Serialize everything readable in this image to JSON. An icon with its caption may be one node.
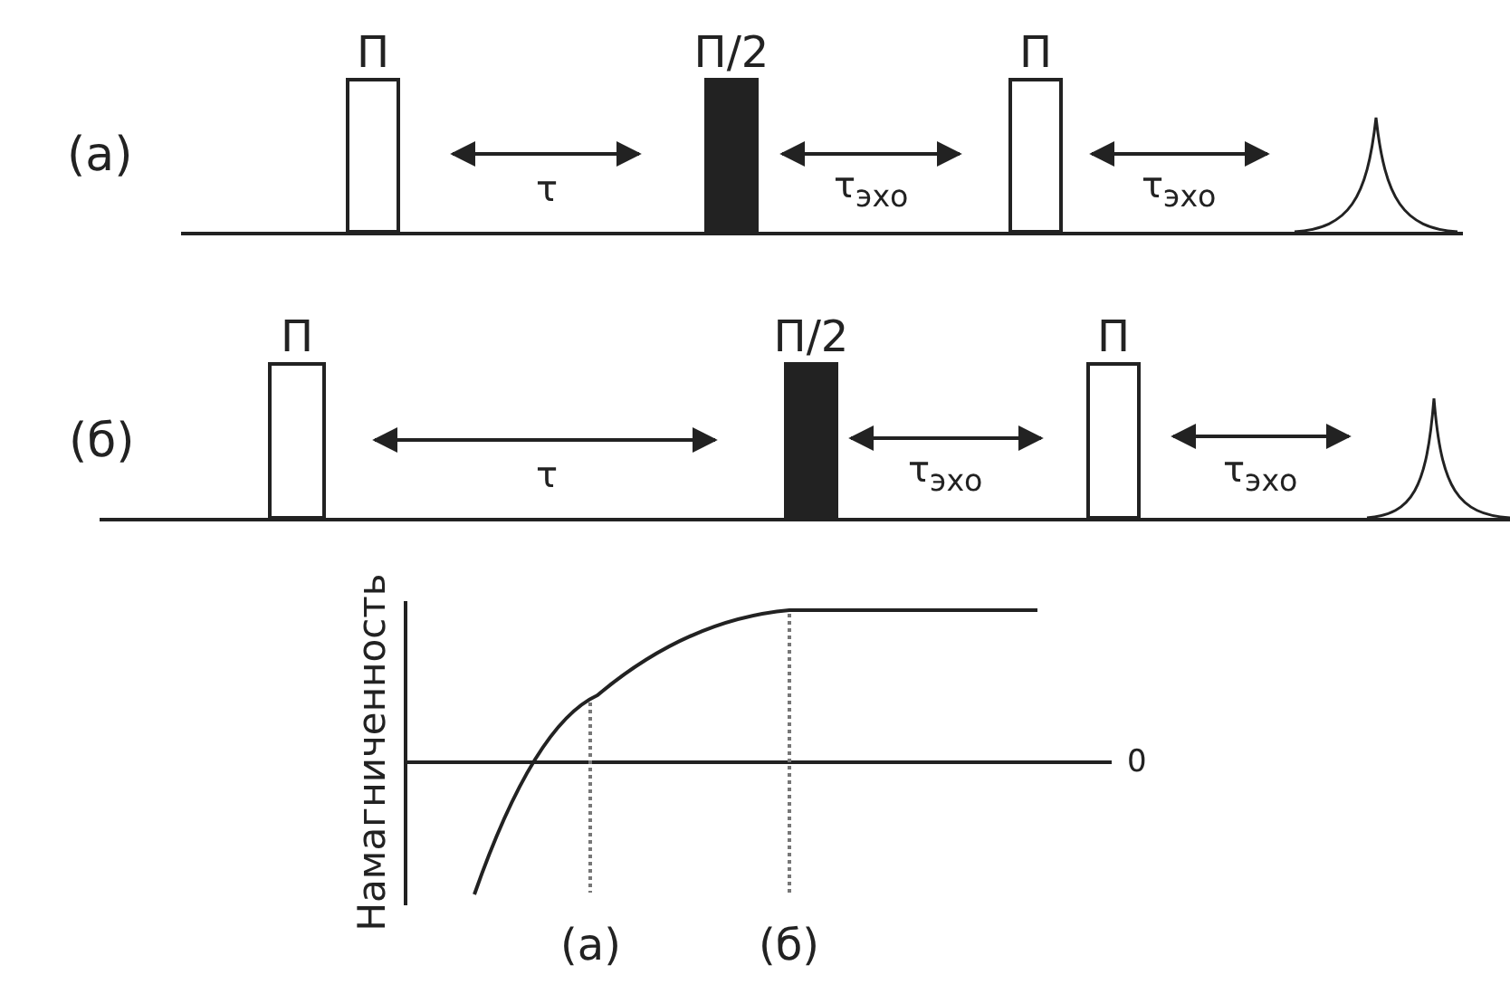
{
  "diagram": {
    "nodes": [
      {
        "text": [
          "Π"
        ]
      },
      {
        "text": [
          "Π/2"
        ]
      },
      {
        "text": [
          "Π"
        ]
      },
      {
        "text": [
          "Π"
        ]
      },
      {
        "text": [
          "Π/2"
        ]
      },
      {
        "text": [
          "Π"
        ]
      }
    ],
    "labels": [
      "(а)",
      "τ",
      "τ$_{эхо}$",
      "τ$_{эхо}$",
      "(б)",
      "τ",
      "τ$_{эхо}$",
      "τ$_{эхо}$",
      "Намагниченность",
      "0",
      "(а)",
      "(б)"
    ]
  }
}
